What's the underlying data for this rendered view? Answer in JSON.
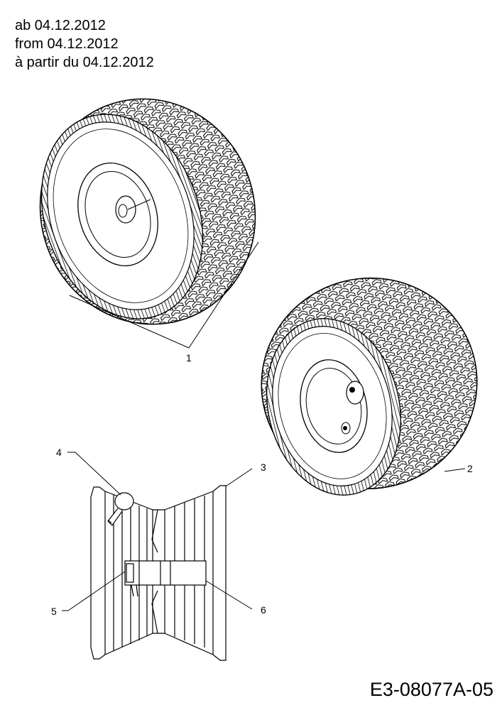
{
  "header": {
    "lines": [
      "ab 04.12.2012",
      "from 04.12.2012",
      "à partir du 04.12.2012"
    ]
  },
  "drawing_code": "E3-08077A-05",
  "callouts": [
    "1",
    "2",
    "3",
    "4",
    "5",
    "6"
  ]
}
